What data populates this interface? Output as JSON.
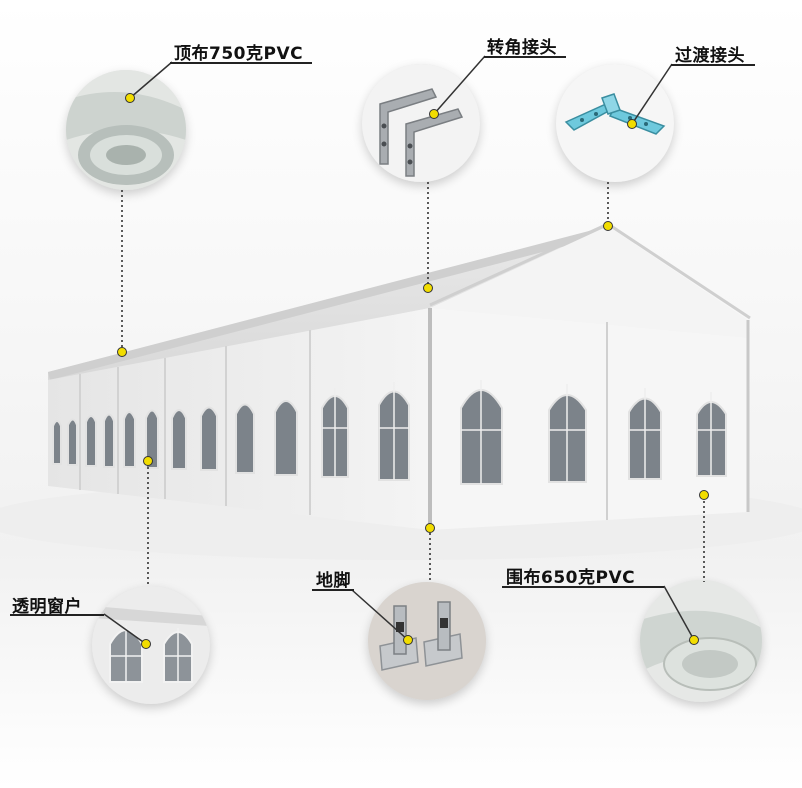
{
  "labels": {
    "top_cover": "顶布750克PVC",
    "corner_joint": "转角接头",
    "transition_joint": "过渡接头",
    "windows": "透明窗户",
    "foot": "地脚",
    "side_cover": "围布650克PVC"
  },
  "colors": {
    "pin": "#f2dd00",
    "tent_white": "#f7f7f7",
    "glass": "#7c838a",
    "accent": "#6ec9dd"
  },
  "icons": [
    "pvc-roll-icon",
    "corner-bracket-icon",
    "transition-plate-icon",
    "window-icon",
    "foot-plate-icon"
  ]
}
